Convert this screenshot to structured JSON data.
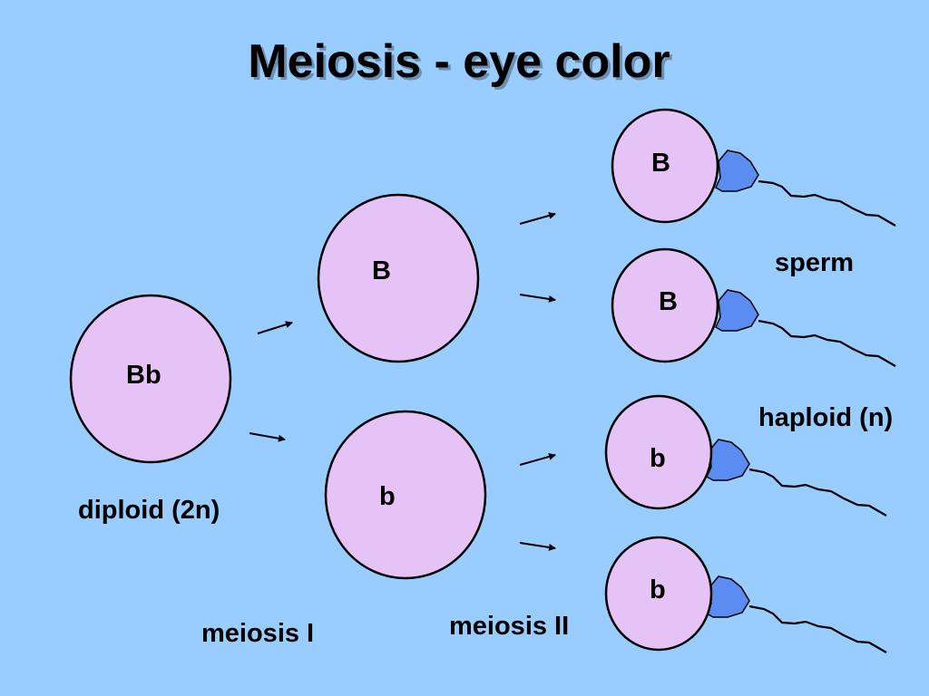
{
  "title": "Meiosis - eye color",
  "colors": {
    "background": "#99ccff",
    "cell_fill": "#e6c3f6",
    "sperm_head": "#5b8cf2"
  },
  "parent_cell": {
    "label": "Bb"
  },
  "meiosis1_cells": [
    {
      "label": "B"
    },
    {
      "label": "b"
    }
  ],
  "sperm_cells": [
    {
      "label": "B"
    },
    {
      "label": "B"
    },
    {
      "label": "b"
    },
    {
      "label": "b"
    }
  ],
  "labels": {
    "diploid": "diploid (2n)",
    "haploid": "haploid (n)",
    "sperm": "sperm",
    "meiosis1": "meiosis I",
    "meiosis2": "meiosis II"
  }
}
